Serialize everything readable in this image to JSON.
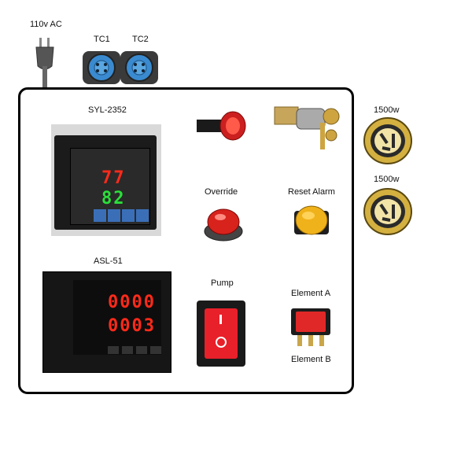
{
  "top": {
    "power_label": "110v AC",
    "tc1_label": "TC1",
    "tc2_label": "TC2"
  },
  "outlets": {
    "outlet1_label": "1500w",
    "outlet2_label": "1500w"
  },
  "panel": {
    "syl_label": "SYL-2352",
    "syl_pv": "77",
    "syl_sv": "82",
    "asl_label": "ASL-51",
    "asl_top": "0000",
    "asl_bottom": "0003",
    "override_label": "Override",
    "reset_alarm_label": "Reset Alarm",
    "pump_label": "Pump",
    "element_a_label": "Element A",
    "element_b_label": "Element B"
  },
  "colors": {
    "panel_border": "#000000",
    "red_led": "#ff2a1a",
    "green_led": "#2adf3a",
    "outlet_ring": "#d4b040",
    "connector_blue": "#3a8ad0"
  }
}
